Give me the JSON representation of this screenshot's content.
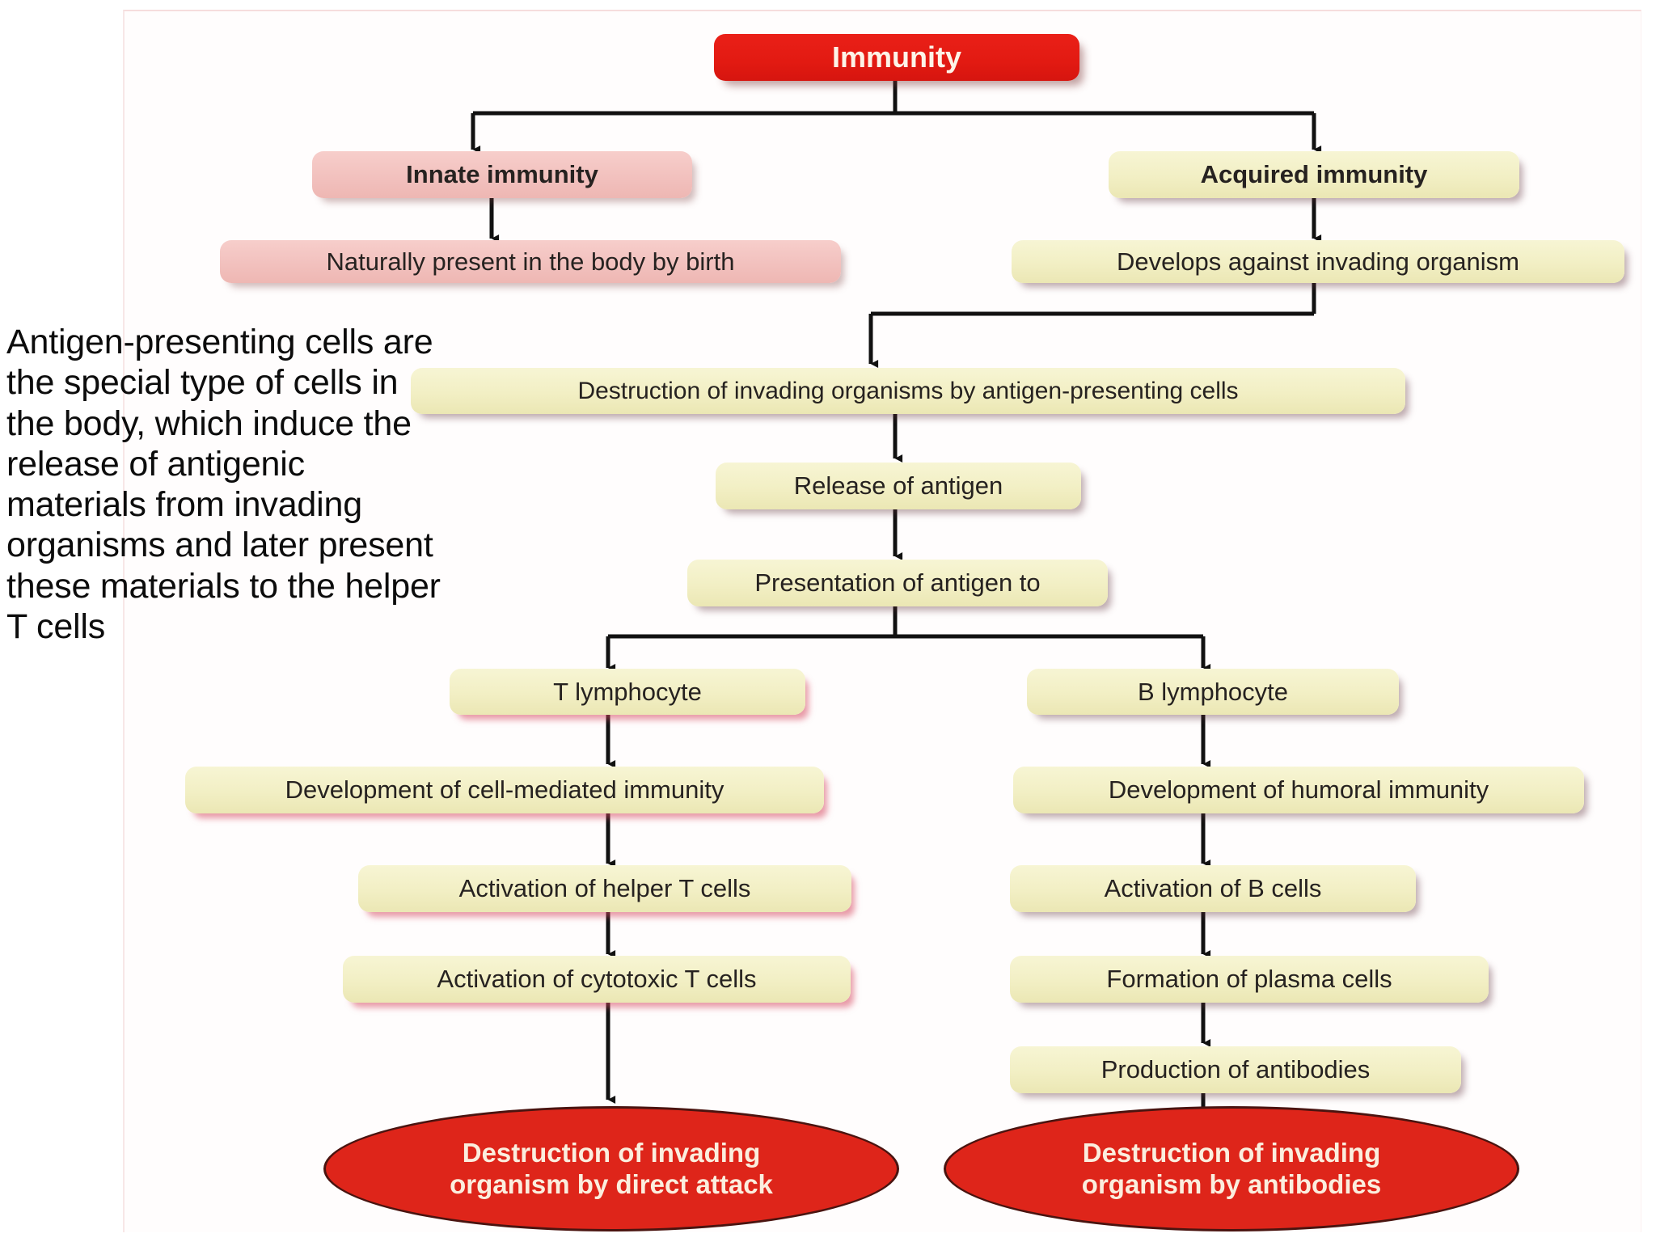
{
  "diagram": {
    "title": "Immunity flowchart",
    "colors": {
      "red_fill": "#e21a12",
      "red_ellipse": "#de251a",
      "pink_fill": "#f2c1be",
      "yellow_fill": "#f2efc4",
      "text_dark": "#262220",
      "text_light": "#fbeede",
      "connector": "#111111",
      "canvas_border": "#f6dddd"
    },
    "nodes": {
      "immunity": "Immunity",
      "innate_immunity": "Innate immunity",
      "acquired_immunity": "Acquired immunity",
      "naturally_present": "Naturally present in the body by birth",
      "develops_against": "Develops against invading organism",
      "destruction_by_apc": "Destruction of invading organisms by antigen-presenting cells",
      "release_of_antigen": "Release of antigen",
      "presentation_of_antigen": "Presentation of antigen to",
      "t_lymphocyte": "T lymphocyte",
      "b_lymphocyte": "B lymphocyte",
      "cell_mediated": "Development of cell-mediated immunity",
      "humoral": "Development of humoral immunity",
      "activation_helper_t": "Activation of helper T cells",
      "activation_b": "Activation of B cells",
      "activation_cytotoxic_t": "Activation of cytotoxic T cells",
      "formation_plasma": "Formation of plasma cells",
      "production_antibodies": "Production of antibodies",
      "destruction_direct_line1": "Destruction of invading",
      "destruction_direct_line2": "organism by direct attack",
      "destruction_antibodies_line1": "Destruction of invading",
      "destruction_antibodies_line2": "organism by antibodies"
    }
  },
  "annotation": {
    "text": "Antigen-presenting cells are the special type of cells in the body, which induce the release of antigenic materials from invading organisms and later present these materials to the helper T cells"
  }
}
